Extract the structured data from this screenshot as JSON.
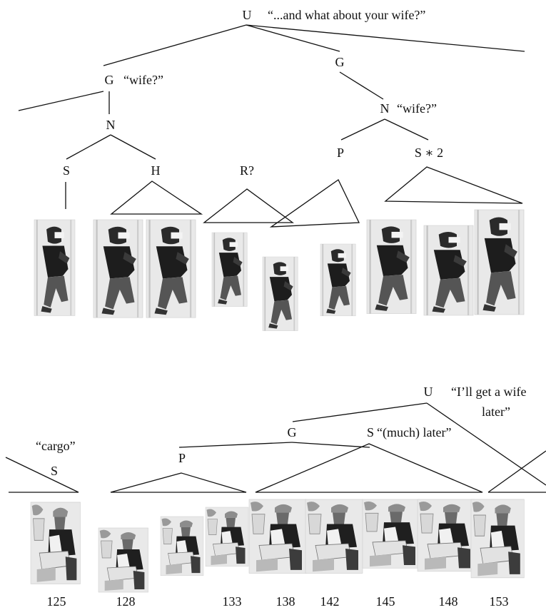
{
  "top_tree": {
    "root": {
      "label": "U",
      "quote": "“...and what about your wife?”"
    },
    "left_g": {
      "label": "G",
      "quote": "“wife?”"
    },
    "left_n": {
      "label": "N"
    },
    "s": {
      "label": "S"
    },
    "h": {
      "label": "H"
    },
    "r": {
      "label": "R?"
    },
    "right_g": {
      "label": "G"
    },
    "right_n": {
      "label": "N",
      "quote": "“wife?”"
    },
    "p": {
      "label": "P"
    },
    "s2": {
      "label": "S ∗ 2"
    }
  },
  "bottom_tree": {
    "root": {
      "label": "U",
      "quote_line1": "“I’ll get a wife",
      "quote_line2": "later”"
    },
    "g": {
      "label": "G"
    },
    "p": {
      "label": "P"
    },
    "s": {
      "label": "S",
      "quote": "“(much) later”"
    },
    "cargo_quote": "“cargo”",
    "cargo_s": {
      "label": "S"
    }
  },
  "frame_numbers": [
    "125",
    "128",
    "133",
    "138",
    "142",
    "145",
    "148",
    "153"
  ]
}
